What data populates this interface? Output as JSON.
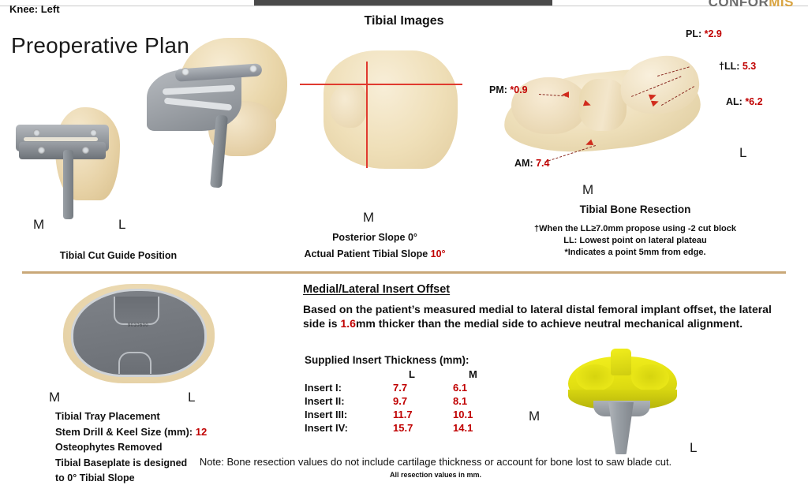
{
  "header": {
    "knee_label": "Knee: Left",
    "page_title": "Preoperative Plan",
    "brand_primary": "CONFOR",
    "brand_accent": "MIS",
    "section_title": "Tibial Images"
  },
  "cut_guide": {
    "marker_m": "M",
    "marker_l": "L",
    "caption": "Tibial Cut Guide Position"
  },
  "slope_view": {
    "marker_m": "M",
    "posterior_slope": "Posterior Slope 0°",
    "actual_slope_label": "Actual Patient Tibial Slope ",
    "actual_slope_value": "10°"
  },
  "resection": {
    "caption": "Tibial Bone Resection",
    "marker_m": "M",
    "marker_l": "L",
    "measurements": [
      {
        "name": "PL",
        "label": "PL: ",
        "value": "*2.9"
      },
      {
        "name": "LL",
        "label": "†LL: ",
        "value": "5.3"
      },
      {
        "name": "AL",
        "label": "AL: ",
        "value": "*6.2"
      },
      {
        "name": "PM",
        "label": "PM: ",
        "value": "*0.9"
      },
      {
        "name": "AM",
        "label": "AM: ",
        "value": "7.4"
      }
    ],
    "footnotes": [
      "†When the LL≥7.0mm propose using -2 cut block",
      "LL: Lowest point on lateral plateau",
      "*Indicates a point 5mm from edge."
    ]
  },
  "tray": {
    "marker_m": "M",
    "marker_l": "L",
    "caption": "Tibial Tray Placement",
    "stem_label": "Stem Drill & Keel Size (mm): ",
    "stem_value": "12",
    "line_osteophytes": "Osteophytes Removed",
    "line_baseplate_1": "Tibial Baseplate is designed",
    "line_baseplate_2": "to 0° Tibial Slope",
    "part_marking": "9010600"
  },
  "offset": {
    "heading": "Medial/Lateral Insert Offset",
    "body_pre": "Based on the patient’s measured medial to lateral distal femoral implant offset, the lateral side is ",
    "body_value": "1.6",
    "body_post": "mm thicker than the medial side to achieve neutral mechanical alignment."
  },
  "insert_table": {
    "title": "Supplied Insert Thickness (mm):",
    "columns": [
      "",
      "L",
      "M"
    ],
    "rows": [
      {
        "label": "Insert I:",
        "l": "7.7",
        "m": "6.1"
      },
      {
        "label": "Insert II:",
        "l": "9.7",
        "m": "8.1"
      },
      {
        "label": "Insert III:",
        "l": "11.7",
        "m": "10.1"
      },
      {
        "label": "Insert IV:",
        "l": "15.7",
        "m": "14.1"
      }
    ]
  },
  "implant": {
    "marker_m": "M",
    "marker_l": "L"
  },
  "footer": {
    "note": "Note: Bone resection values do not include cartilage thickness or account for bone lost to saw blade cut.",
    "units": "All resection values in mm."
  },
  "colors": {
    "red_accent": "#c00000",
    "divider": "#c9a878",
    "brand_accent": "#d9a441",
    "crosshair": "#e03a2f"
  }
}
